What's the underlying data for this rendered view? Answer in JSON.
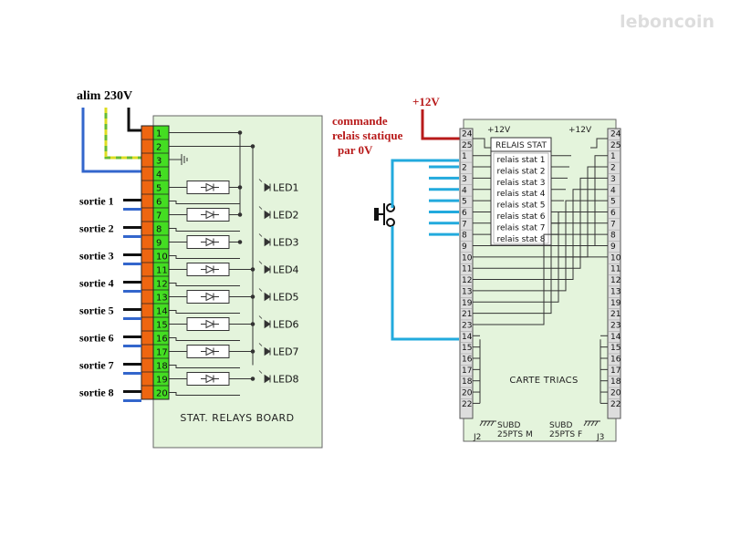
{
  "watermark": "leboncoin",
  "left": {
    "power_label": "alim 230V",
    "board_title": "STAT. RELAYS BOARD",
    "pins": [
      "1",
      "2",
      "3",
      "4",
      "5",
      "6",
      "7",
      "8",
      "9",
      "10",
      "11",
      "12",
      "13",
      "14",
      "15",
      "16",
      "17",
      "18",
      "19",
      "20"
    ],
    "outputs": [
      "sortie 1",
      "sortie 2",
      "sortie 3",
      "sortie 4",
      "sortie 5",
      "sortie 6",
      "sortie 7",
      "sortie 8"
    ],
    "leds": [
      "LED1",
      "LED2",
      "LED3",
      "LED4",
      "LED5",
      "LED6",
      "LED7",
      "LED8"
    ]
  },
  "center": {
    "v12_label": "+12V",
    "command_lines": [
      "commande",
      "relais statique",
      "par 0V"
    ]
  },
  "right": {
    "v12_left": "+12V",
    "v12_right": "+12V",
    "relay_title": "RELAIS STAT",
    "relays": [
      "relais stat 1",
      "relais stat 2",
      "relais stat 3",
      "relais stat 4",
      "relais stat 5",
      "relais stat 6",
      "relais stat 7",
      "relais stat 8"
    ],
    "left_pins": [
      "24",
      "25",
      "1",
      "2",
      "3",
      "4",
      "5",
      "6",
      "7",
      "8",
      "9",
      "10",
      "11",
      "12",
      "13",
      "19",
      "21",
      "23",
      "14",
      "15",
      "16",
      "17",
      "18",
      "20",
      "22"
    ],
    "right_pins": [
      "24",
      "25",
      "1",
      "2",
      "3",
      "4",
      "5",
      "6",
      "7",
      "8",
      "9",
      "10",
      "11",
      "12",
      "13",
      "19",
      "21",
      "23",
      "14",
      "15",
      "16",
      "17",
      "18",
      "20",
      "22"
    ],
    "board_title": "CARTE TRIACS",
    "j2": "J2",
    "j3": "J3",
    "subd_m_lines": [
      "SUBD",
      "25PTS M"
    ],
    "subd_f_lines": [
      "SUBD",
      "25PTS F"
    ]
  },
  "colors": {
    "blue": "#3366cc",
    "cyan": "#22aadd",
    "red": "#b81a1a",
    "orange": "#ee6611",
    "green": "#44dd22",
    "board": "#e4f4dc",
    "ground_green": "#66bb33",
    "ground_yellow": "#dddd22"
  }
}
